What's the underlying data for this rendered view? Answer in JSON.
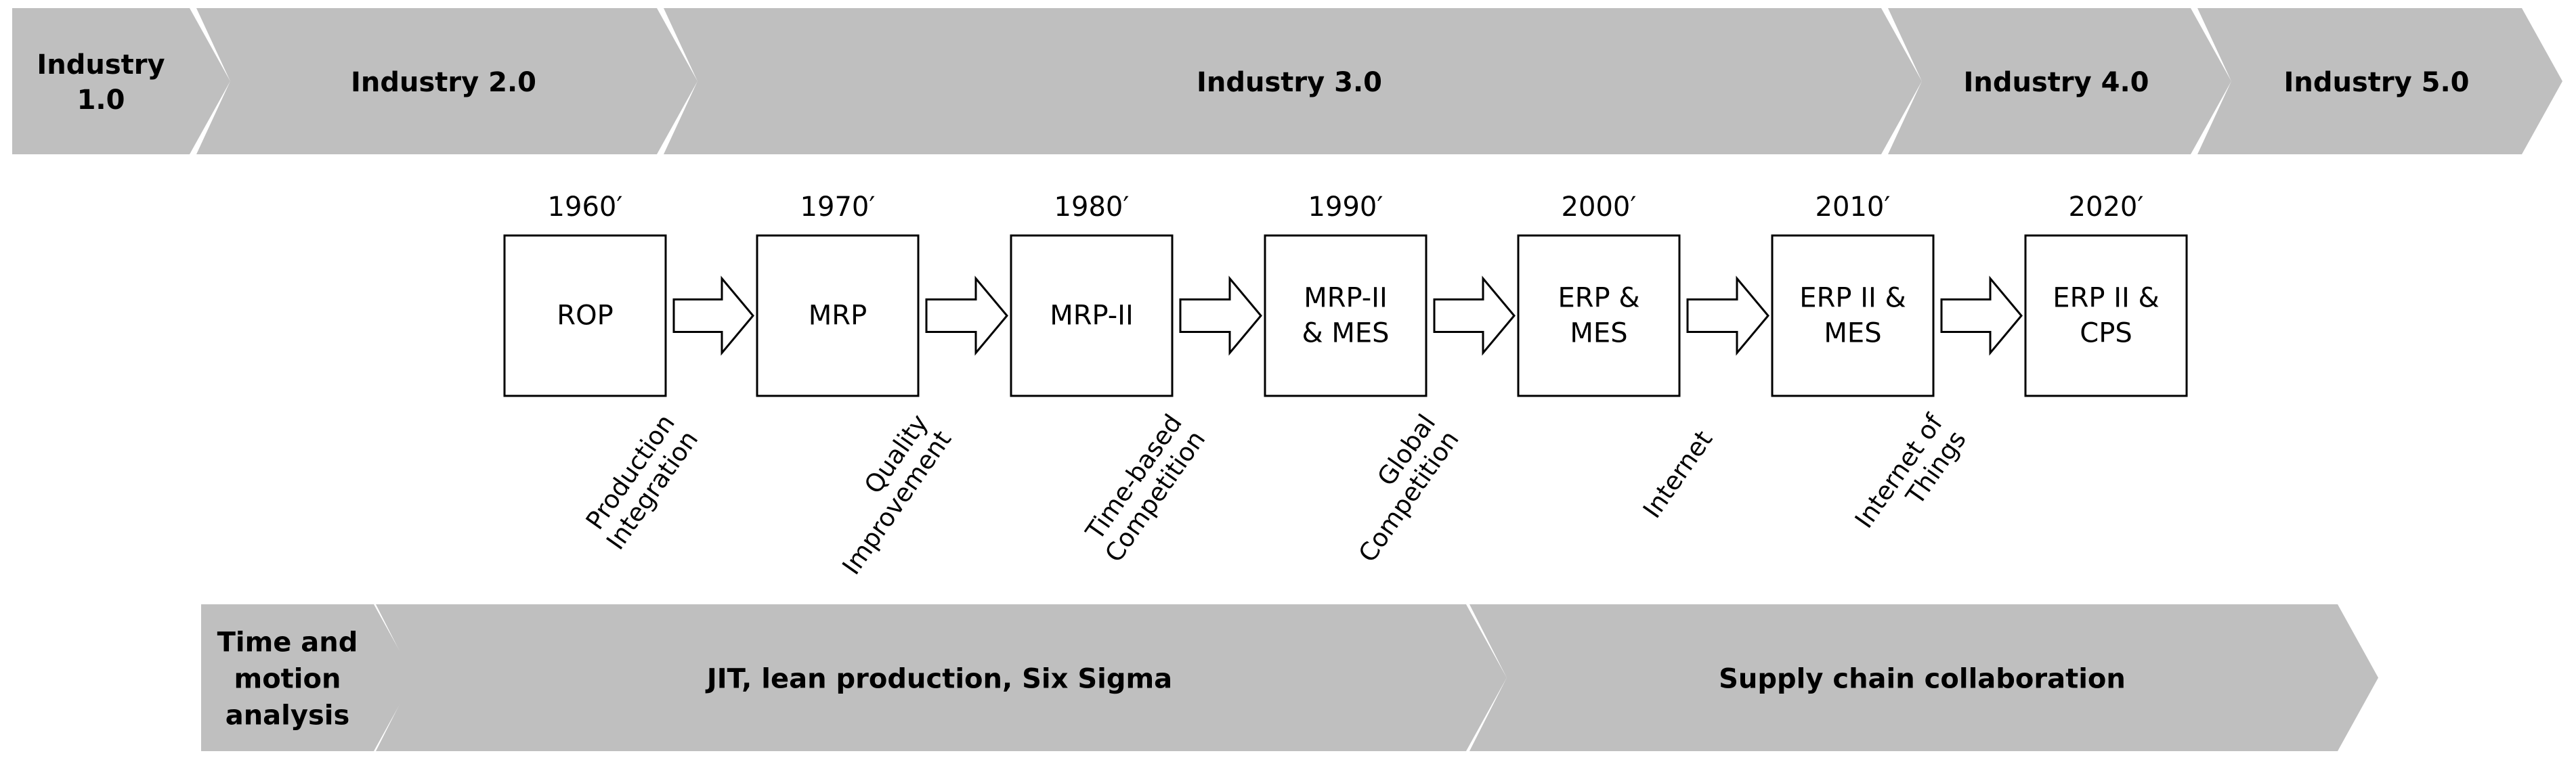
{
  "colors": {
    "chevron_fill": "#bfbfbf",
    "box_stroke": "#000000",
    "background": "#ffffff"
  },
  "industry_stages": [
    {
      "label": [
        "Industry",
        "1.0"
      ]
    },
    {
      "label": [
        "Industry 2.0"
      ]
    },
    {
      "label": [
        "Industry 3.0"
      ]
    },
    {
      "label": [
        "Industry 4.0"
      ]
    },
    {
      "label": [
        "Industry 5.0"
      ]
    }
  ],
  "systems": [
    {
      "year": "1960′",
      "label": [
        "ROP"
      ]
    },
    {
      "year": "1970′",
      "label": [
        "MRP"
      ]
    },
    {
      "year": "1980′",
      "label": [
        "MRP-II"
      ]
    },
    {
      "year": "1990′",
      "label": [
        "MRP-II",
        "& MES"
      ]
    },
    {
      "year": "2000′",
      "label": [
        "ERP &",
        "MES"
      ]
    },
    {
      "year": "2010′",
      "label": [
        "ERP II &",
        "MES"
      ]
    },
    {
      "year": "2020′",
      "label": [
        "ERP II &",
        "CPS"
      ]
    }
  ],
  "drivers": [
    {
      "label": [
        "Production",
        "Integration"
      ]
    },
    {
      "label": [
        "Quality",
        "Improvement"
      ]
    },
    {
      "label": [
        "Time-based",
        "Competition"
      ]
    },
    {
      "label": [
        "Global",
        "Competition"
      ]
    },
    {
      "label": [
        "Internet"
      ]
    },
    {
      "label": [
        "Internet of",
        "Things"
      ]
    }
  ],
  "management_approaches": [
    {
      "label": [
        "Time and",
        "motion",
        "analysis"
      ]
    },
    {
      "label": [
        "JIT, lean production, Six Sigma"
      ]
    },
    {
      "label": [
        "Supply chain collaboration"
      ]
    }
  ]
}
